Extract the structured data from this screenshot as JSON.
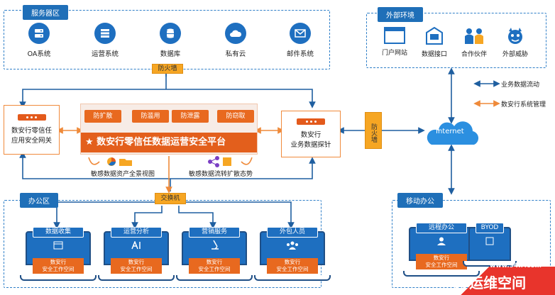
{
  "server_zone": {
    "title": "服务器区",
    "items": [
      {
        "label": "OA系统",
        "icon": "server-icon"
      },
      {
        "label": "运营系统",
        "icon": "server-icon"
      },
      {
        "label": "数据库",
        "icon": "database-icon"
      },
      {
        "label": "私有云",
        "icon": "cloud-icon"
      },
      {
        "label": "邮件系统",
        "icon": "mail-icon"
      }
    ]
  },
  "external_zone": {
    "title": "外部环境",
    "items": [
      {
        "label": "门户网站",
        "icon": "browser-window-icon"
      },
      {
        "label": "数据接口",
        "icon": "data-interface-icon"
      },
      {
        "label": "合作伙伴",
        "icon": "partners-icon"
      },
      {
        "label": "外部威胁",
        "icon": "devil-icon"
      }
    ]
  },
  "legend": {
    "business_flow": "业务数据流动",
    "mgmt_flow": "数安行系统管理"
  },
  "firewall_top": "防火墙",
  "firewall_right": "防火墙",
  "gateway": {
    "line1": "数安行零信任",
    "line2": "应用安全网关"
  },
  "probe": {
    "line1": "数安行",
    "line2": "业务数据探针"
  },
  "platform": {
    "title": "★ 数安行零信任数据运营安全平台",
    "chips": [
      "防扩散",
      "防滥用",
      "防泄露",
      "防窃取"
    ],
    "view1": "敏感数据资产全景视图",
    "view2": "敏感数据流转扩散态势"
  },
  "internet": "Internet",
  "switch": "交换机",
  "office_zone": {
    "title": "办公区",
    "laptops": [
      {
        "title": "数据收集",
        "ws": "数安行\n安全工作空间",
        "icon": "calendar-icon"
      },
      {
        "title": "运营分析",
        "ws": "数安行\n安全工作空间",
        "icon": "ai-icon"
      },
      {
        "title": "营销服务",
        "ws": "数安行\n安全工作空间",
        "icon": "microscope-icon"
      },
      {
        "title": "外包人员",
        "ws": "数安行\n安全工作空间",
        "icon": "group-icon"
      }
    ]
  },
  "mobile_zone": {
    "title": "移动办公",
    "laptops": [
      {
        "title": "远程办公",
        "ws": "数安行\n安全工作空间",
        "icon": "user-icon"
      },
      {
        "title": "BYOD",
        "ws": "",
        "icon": "device-icon"
      }
    ]
  },
  "watermark": {
    "url": "www.94IP.com",
    "brand": "IT运维空间"
  },
  "colors": {
    "blue": "#1e6fc0",
    "orange": "#e8691f",
    "firewall": "#f6a623"
  }
}
